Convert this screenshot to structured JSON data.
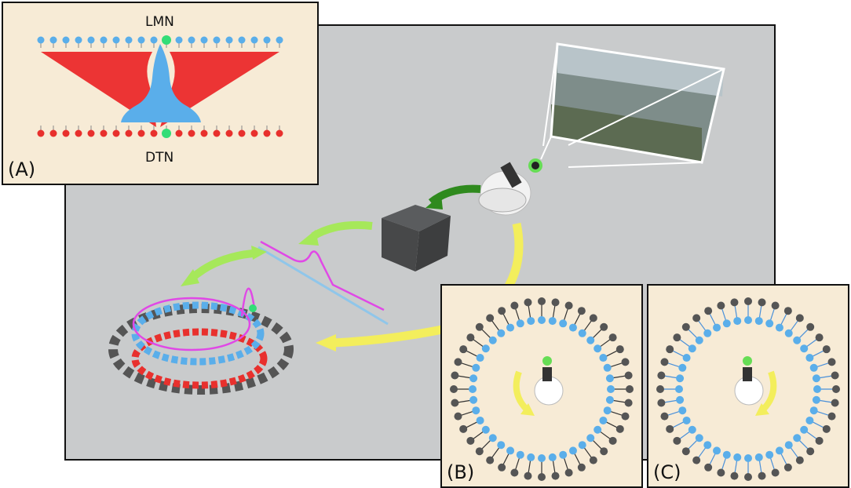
{
  "panel_a": {
    "letter": "(A)",
    "top_label": "LMN",
    "bottom_label": "DTN",
    "colors": {
      "lmn_node": "#5aaeea",
      "dtn_node": "#e8302d",
      "active_node": "#33dd77",
      "inhibit": "#ec3434",
      "excite": "#5aaeea"
    }
  },
  "panel_b": {
    "letter": "(B)"
  },
  "panel_c": {
    "letter": "(C)"
  },
  "scene": {
    "colors": {
      "background": "#c9cbcc",
      "arrow_green_dark": "#2f8a1e",
      "arrow_green_light": "#a6e85a",
      "arrow_yellow": "#f3ee5c",
      "ring_curve": "#e048e6",
      "cube": "#4d4f51"
    },
    "icons": [
      "camera-frustum-icon",
      "robot-icon",
      "cube-icon",
      "neuron-line-icon",
      "neuron-ring-icon"
    ]
  }
}
